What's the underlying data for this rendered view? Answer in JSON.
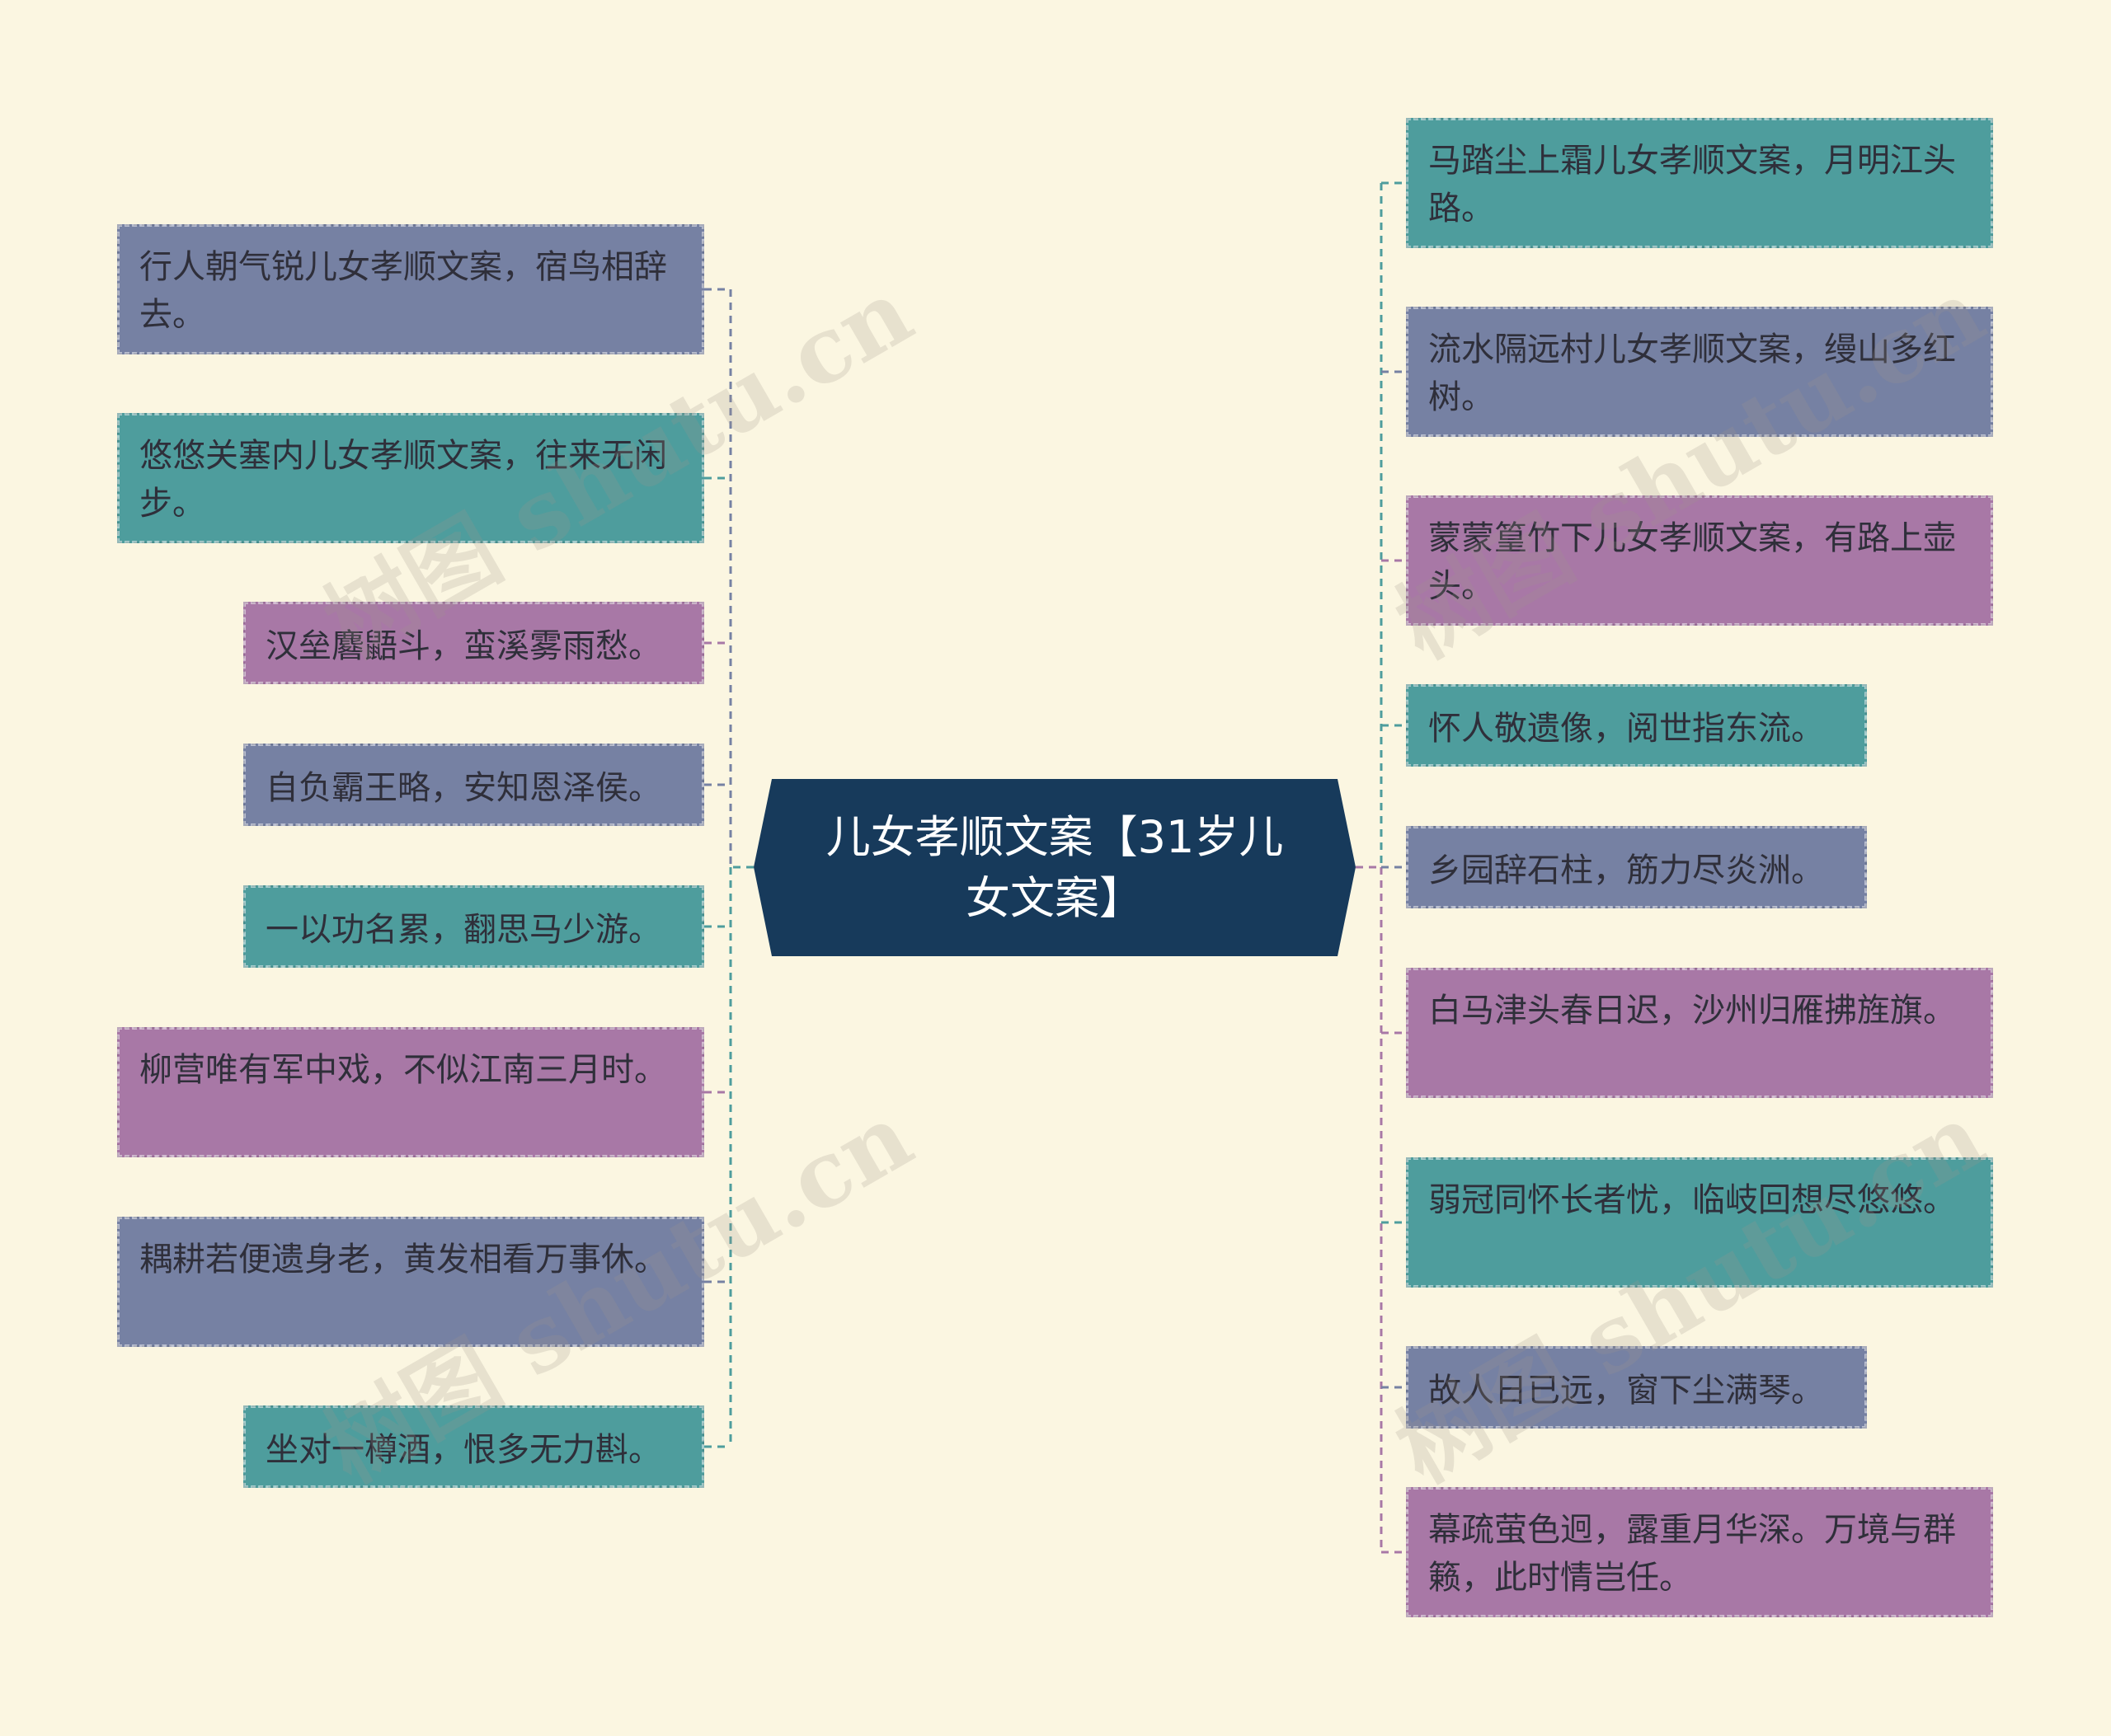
{
  "title": "儿女孝顺文案【31岁儿女文案】",
  "colors": {
    "background": "#fbf6e1",
    "center": "#173a5b",
    "teal": "#4e9d9d",
    "slate": "#7681a3",
    "purple": "#a878a6"
  },
  "left_nodes": [
    {
      "text": "行人朝气锐儿女孝顺文案，宿鸟相辞去。",
      "color": "slate"
    },
    {
      "text": "悠悠关塞内儿女孝顺文案，往来无闲步。",
      "color": "teal"
    },
    {
      "text": "汉垒麔鼯斗，蛮溪雾雨愁。",
      "color": "purple"
    },
    {
      "text": "自负霸王略，安知恩泽侯。",
      "color": "slate"
    },
    {
      "text": "一以功名累，翻思马少游。",
      "color": "teal"
    },
    {
      "text": "柳营唯有军中戏，不似江南三月时。",
      "color": "purple"
    },
    {
      "text": "耦耕若便遗身老，黄发相看万事休。",
      "color": "slate"
    },
    {
      "text": "坐对一樽酒，恨多无力斟。",
      "color": "teal"
    }
  ],
  "right_nodes": [
    {
      "text": "马踏尘上霜儿女孝顺文案，月明江头路。",
      "color": "teal"
    },
    {
      "text": "流水隔远村儿女孝顺文案，缦山多红树。",
      "color": "slate"
    },
    {
      "text": "蒙蒙篁竹下儿女孝顺文案，有路上壶头。",
      "color": "purple"
    },
    {
      "text": "怀人敬遗像，阅世指东流。",
      "color": "teal"
    },
    {
      "text": "乡园辞石柱，筋力尽炎洲。",
      "color": "slate"
    },
    {
      "text": "白马津头春日迟，沙州归雁拂旌旗。",
      "color": "purple"
    },
    {
      "text": "弱冠同怀长者忧，临岐回想尽悠悠。",
      "color": "teal"
    },
    {
      "text": "故人日已远，窗下尘满琴。",
      "color": "slate"
    },
    {
      "text": "幕疏萤色迥，露重月华深。万境与群籁，此时情岂任。",
      "color": "purple"
    }
  ],
  "watermark": "树图 shutu.cn"
}
